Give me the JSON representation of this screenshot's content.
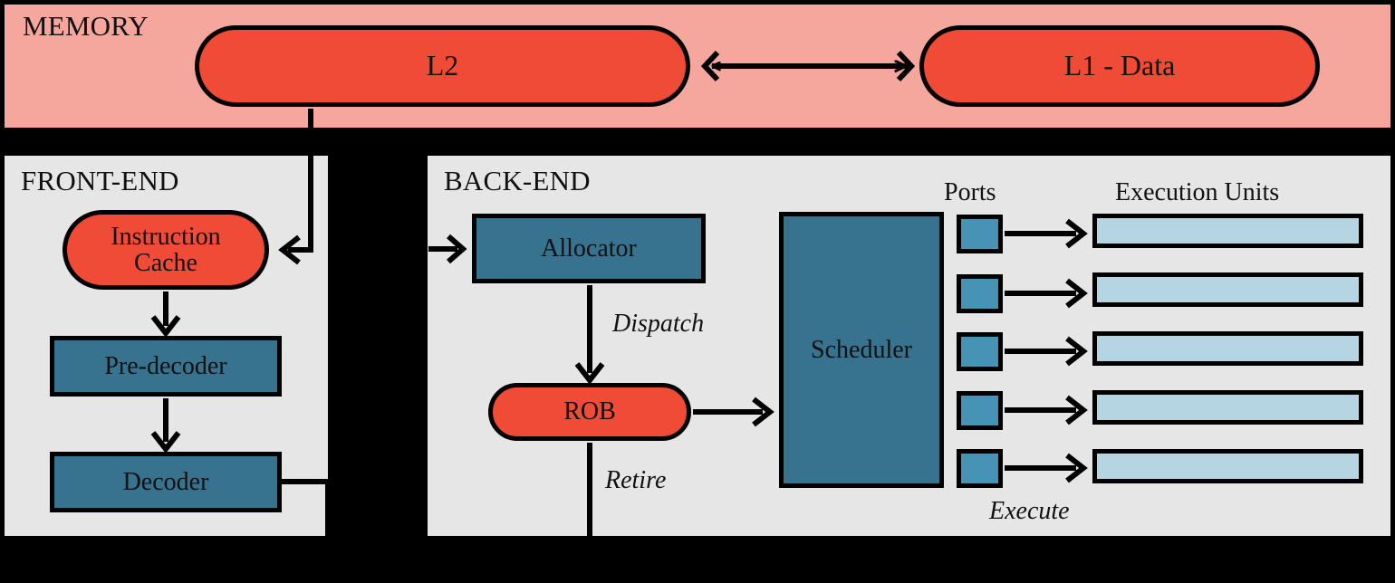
{
  "diagram": {
    "title_semantics": "cpu-microarchitecture-pipeline",
    "panels": {
      "memory": {
        "title": "MEMORY",
        "bg_color": "#F5A79D"
      },
      "frontend": {
        "title": "FRONT-END",
        "bg_color": "#E6E6E6"
      },
      "backend": {
        "title": "BACK-END",
        "bg_color": "#E6E6E6"
      }
    },
    "colors": {
      "cache_red": "#EF4B36",
      "unit_blue": "#37738F",
      "port_blue": "#4793B6",
      "execution_unit_blue": "#B5D5E2",
      "panel_gray": "#E6E6E6",
      "memory_pink": "#F5A79D",
      "outline": "#000000",
      "canvas": "#000000"
    },
    "memory_nodes": [
      {
        "label": "L2",
        "shape": "pill",
        "fill": "cache_red"
      },
      {
        "label": "L1 - Data",
        "shape": "pill",
        "fill": "cache_red"
      }
    ],
    "frontend_nodes": [
      {
        "label": "Instruction Cache",
        "line1": "Instruction",
        "line2": "Cache",
        "shape": "pill",
        "fill": "cache_red"
      },
      {
        "label": "Pre-decoder",
        "shape": "rect",
        "fill": "unit_blue"
      },
      {
        "label": "Decoder",
        "shape": "rect",
        "fill": "unit_blue"
      }
    ],
    "backend_nodes": [
      {
        "label": "Allocator",
        "shape": "rect",
        "fill": "unit_blue"
      },
      {
        "label": "ROB",
        "shape": "pill",
        "fill": "cache_red"
      },
      {
        "label": "Scheduler",
        "shape": "rect",
        "fill": "unit_blue"
      }
    ],
    "group_labels": {
      "ports": "Ports",
      "execution_units": "Execution Units"
    },
    "flow_labels": {
      "dispatch": "Dispatch",
      "retire": "Retire",
      "execute": "Execute"
    },
    "ports": [
      {
        "index": 0,
        "label": ""
      },
      {
        "index": 1,
        "label": ""
      },
      {
        "index": 2,
        "label": ""
      },
      {
        "index": 3,
        "label": ""
      },
      {
        "index": 4,
        "label": ""
      }
    ],
    "execution_units": [
      {
        "index": 0,
        "label": ""
      },
      {
        "index": 1,
        "label": ""
      },
      {
        "index": 2,
        "label": ""
      },
      {
        "index": 3,
        "label": ""
      },
      {
        "index": 4,
        "label": ""
      }
    ],
    "connections": [
      {
        "from": "L2",
        "to": "L1 - Data",
        "style": "double-arrow"
      },
      {
        "from": "L2",
        "to": "Instruction Cache",
        "style": "arrow"
      },
      {
        "from": "Instruction Cache",
        "to": "Pre-decoder",
        "style": "arrow"
      },
      {
        "from": "Pre-decoder",
        "to": "Decoder",
        "style": "arrow"
      },
      {
        "from": "Decoder",
        "to": "Allocator",
        "style": "arrow"
      },
      {
        "from": "Allocator",
        "to": "ROB",
        "style": "arrow",
        "label": "Dispatch"
      },
      {
        "from": "ROB",
        "to": "Scheduler",
        "style": "arrow"
      },
      {
        "from": "ROB",
        "to": "bottom",
        "style": "line",
        "label": "Retire"
      },
      {
        "from": "Scheduler",
        "to": "Ports",
        "style": "adjacent"
      },
      {
        "from": "Ports",
        "to": "Execution Units",
        "style": "arrow",
        "label": "Execute"
      }
    ]
  }
}
